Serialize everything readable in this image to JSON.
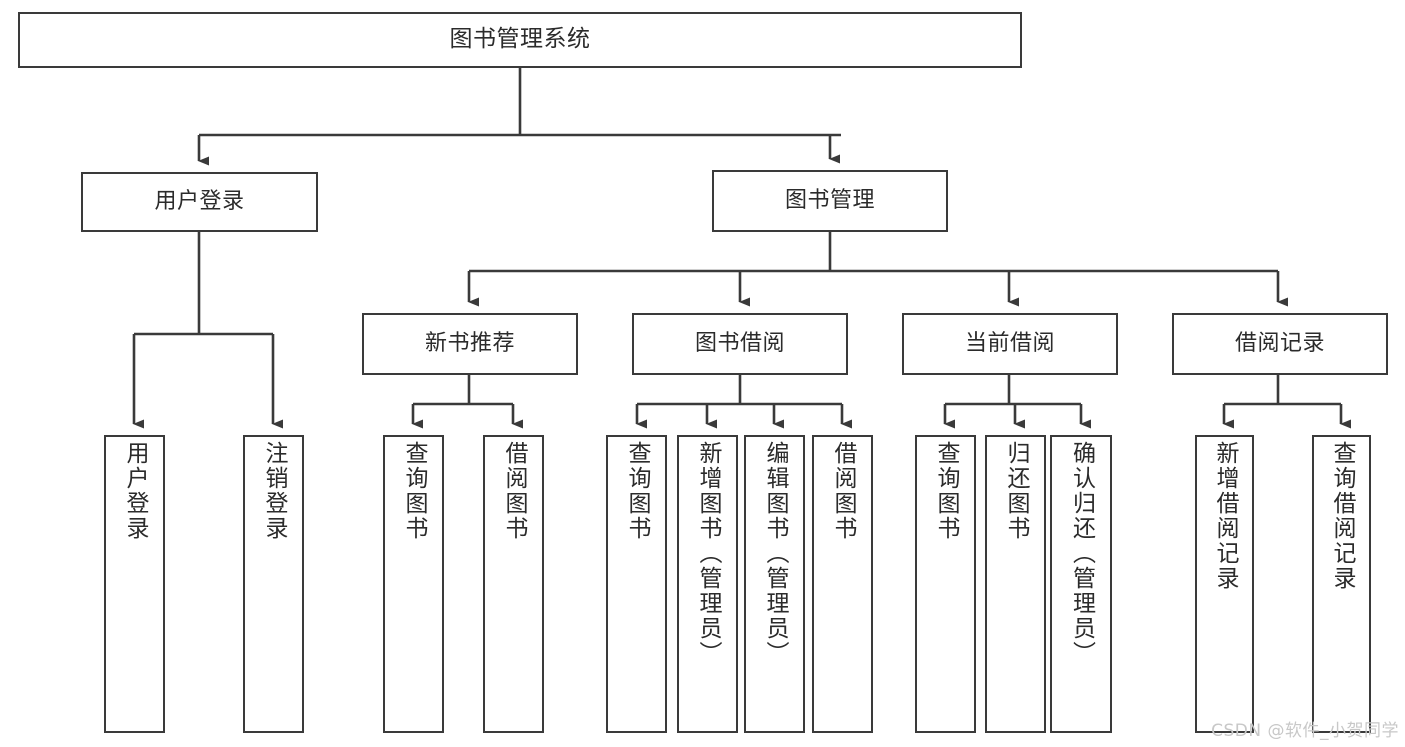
{
  "diagram": {
    "title_node": {
      "label": "图书管理系统"
    },
    "level2": [
      {
        "id": "user-login",
        "label": "用户登录"
      },
      {
        "id": "book-management",
        "label": "图书管理"
      }
    ],
    "level3": [
      {
        "id": "new-book-recommend",
        "label": "新书推荐"
      },
      {
        "id": "book-borrow",
        "label": "图书借阅"
      },
      {
        "id": "current-borrow",
        "label": "当前借阅"
      },
      {
        "id": "borrow-record",
        "label": "借阅记录"
      }
    ],
    "leaves": {
      "user_login": [
        {
          "id": "leaf-user-login",
          "label": "用户登录"
        },
        {
          "id": "leaf-logout-login",
          "label": "注销登录"
        }
      ],
      "new_book_recommend": [
        {
          "id": "leaf-query-book-1",
          "label": "查询图书"
        },
        {
          "id": "leaf-borrow-book-1",
          "label": "借阅图书"
        }
      ],
      "book_borrow": [
        {
          "id": "leaf-query-book-2",
          "label": "查询图书"
        },
        {
          "id": "leaf-add-book",
          "label": "新增图书（管理员）"
        },
        {
          "id": "leaf-edit-book",
          "label": "编辑图书（管理员）"
        },
        {
          "id": "leaf-borrow-book-2",
          "label": "借阅图书"
        }
      ],
      "current_borrow": [
        {
          "id": "leaf-query-book-3",
          "label": "查询图书"
        },
        {
          "id": "leaf-return-book",
          "label": "归还图书"
        },
        {
          "id": "leaf-confirm-return",
          "label": "确认归还（管理员）"
        }
      ],
      "borrow_record": [
        {
          "id": "leaf-add-borrow-record",
          "label": "新增借阅记录"
        },
        {
          "id": "leaf-query-borrow-record",
          "label": "查询借阅记录"
        }
      ]
    }
  },
  "watermark": {
    "text": "CSDN @软件_小贺同学"
  },
  "colors": {
    "stroke": "#3a3a3a",
    "background": "#ffffff",
    "text": "#2b2b2b",
    "watermark": "#c8c8c8"
  }
}
